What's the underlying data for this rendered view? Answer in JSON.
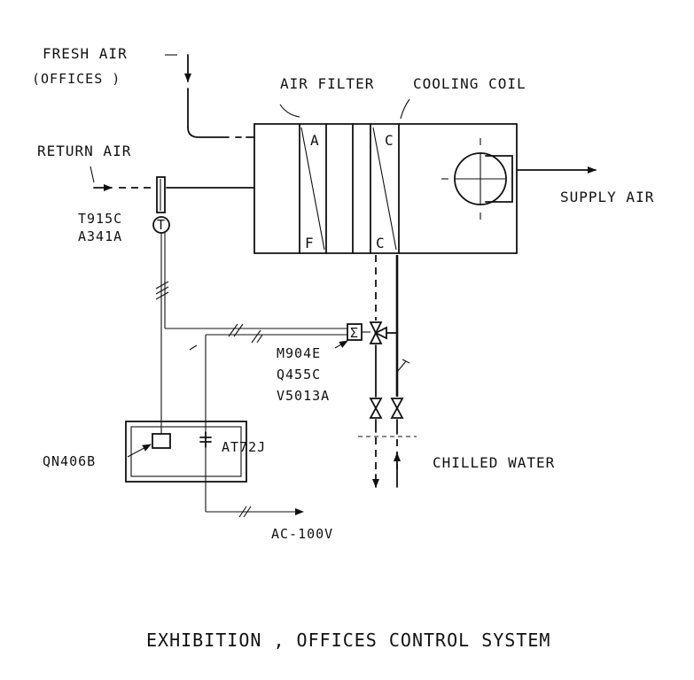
{
  "labels": {
    "fresh_air": "FRESH AIR",
    "fresh_air_sub": "(OFFICES )",
    "return_air": "RETURN AIR",
    "air_filter": "AIR FILTER",
    "cooling_coil": "COOLING COIL",
    "supply_air": "SUPPLY AIR",
    "chilled_water": "CHILLED WATER",
    "power": "AC-100V"
  },
  "section_letters": {
    "filter_top": "A",
    "filter_bottom": "F",
    "coil_top": "C",
    "coil_bottom": "C"
  },
  "components": {
    "sensor_model_1": "T915C",
    "sensor_model_2": "A341A",
    "valve_model_1": "M904E",
    "valve_model_2": "Q455C",
    "valve_model_3": "V5013A",
    "controller_model": "QN406B",
    "transformer_model": "AT72J",
    "sensor_symbol": "T",
    "actuator_symbol": "Σ"
  },
  "title": "EXHIBITION , OFFICES CONTROL SYSTEM"
}
